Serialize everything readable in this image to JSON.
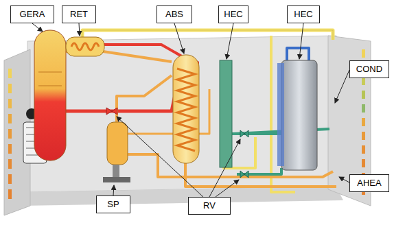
{
  "diagram": {
    "nodes": [
      {
        "text": [
          "GERA"
        ]
      },
      {
        "text": [
          "RET"
        ]
      },
      {
        "text": [
          "ABS"
        ]
      },
      {
        "text": [
          "HEC"
        ]
      },
      {
        "text": [
          "HEC"
        ]
      },
      {
        "text": [
          "COND"
        ]
      },
      {
        "text": [
          "AHEA"
        ]
      },
      {
        "text": [
          "SP"
        ]
      },
      {
        "text": [
          "RV"
        ]
      }
    ]
  }
}
